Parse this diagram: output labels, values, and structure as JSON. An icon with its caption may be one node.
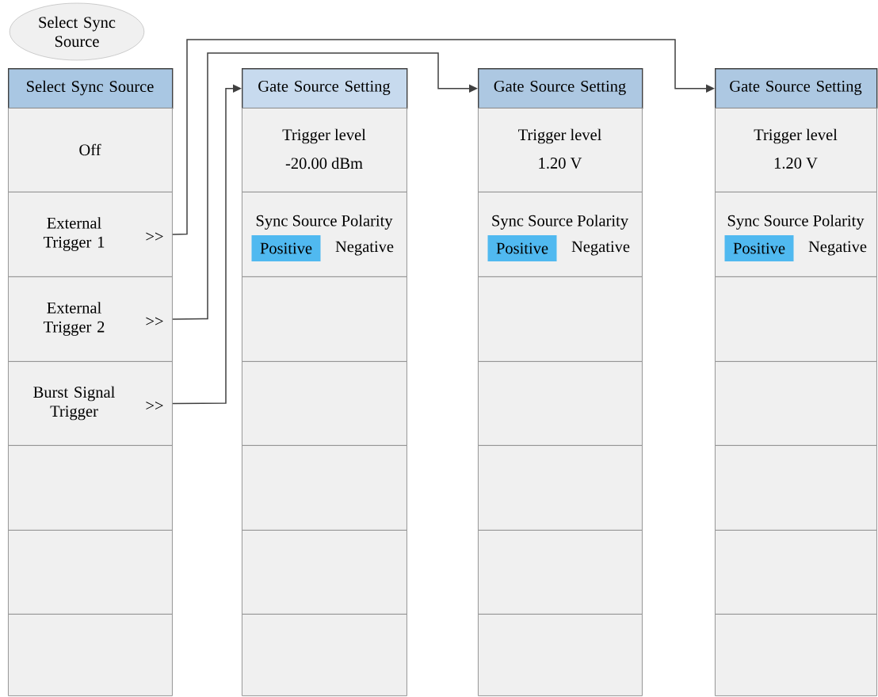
{
  "diagram": {
    "nodes": [
      {
        "text": [
          "Select Sync Source"
        ]
      },
      {
        "text": [
          "Select Sync Source"
        ]
      },
      {
        "text": [
          "Off"
        ]
      },
      {
        "text": [
          "External Trigger 1",
          ">>"
        ]
      },
      {
        "text": [
          "External Trigger 2",
          ">>"
        ]
      },
      {
        "text": [
          "Burst Signal Trigger",
          ">>"
        ]
      },
      {
        "text": [],
        "shape": "box"
      },
      {
        "text": [],
        "shape": "box"
      },
      {
        "text": [],
        "shape": "box"
      },
      {
        "text": [
          "Gate Source Setting"
        ]
      },
      {
        "text": [
          "Trigger level",
          "-20.00 dBm"
        ]
      },
      {
        "text": [
          "Sync Source Polarity",
          "Positive",
          "Negative"
        ]
      },
      {
        "text": [],
        "shape": "box"
      },
      {
        "text": [],
        "shape": "box"
      },
      {
        "text": [],
        "shape": "box"
      },
      {
        "text": [],
        "shape": "box"
      },
      {
        "text": [],
        "shape": "box"
      },
      {
        "text": [
          "Gate Source Setting"
        ]
      },
      {
        "text": [
          "Trigger level",
          "1.20 V"
        ]
      },
      {
        "text": [
          "Sync Source Polarity",
          "Positive",
          "Negative"
        ]
      },
      {
        "text": [],
        "shape": "box"
      },
      {
        "text": [],
        "shape": "box"
      },
      {
        "text": [],
        "shape": "box"
      },
      {
        "text": [],
        "shape": "box"
      },
      {
        "text": [],
        "shape": "box"
      },
      {
        "text": [
          "Gate Source Setting"
        ]
      },
      {
        "text": [
          "Trigger level",
          "1.20 V"
        ]
      },
      {
        "text": [
          "Sync Source Polarity",
          "Positive",
          "Negative"
        ]
      },
      {
        "text": [],
        "shape": "box"
      },
      {
        "text": [],
        "shape": "box"
      },
      {
        "text": [],
        "shape": "box"
      },
      {
        "text": [],
        "shape": "box"
      },
      {
        "text": [],
        "shape": "box"
      }
    ],
    "edges": [
      {
        "from": 3,
        "to": 25,
        "arrow": "to"
      },
      {
        "from": 4,
        "to": 17,
        "arrow": "to"
      },
      {
        "from": 5,
        "to": 9,
        "arrow": "to"
      }
    ]
  }
}
